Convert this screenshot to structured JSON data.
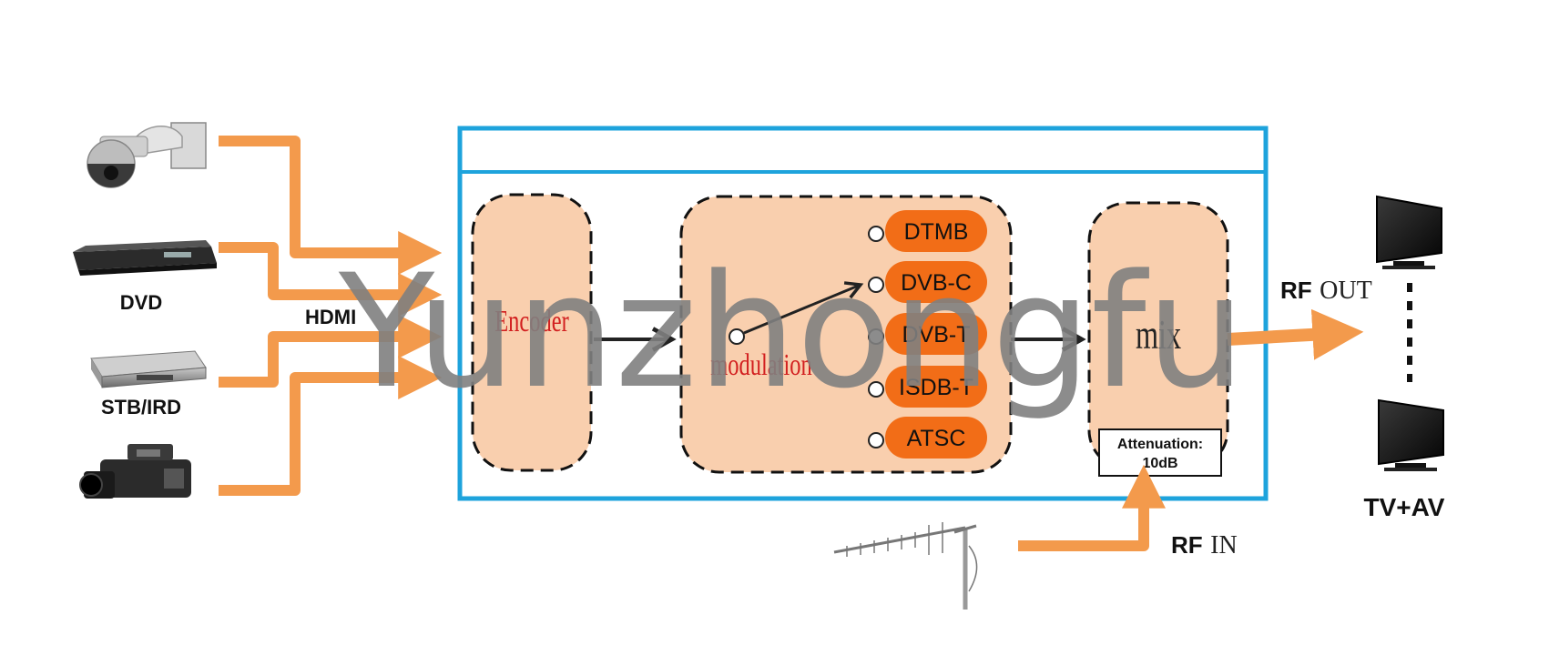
{
  "colors": {
    "arrow": "#f39a4c",
    "block_fill": "#f9cfae",
    "std_pill": "#f26d17",
    "frame": "#1ea3dc",
    "watermark": "#7f7f7f"
  },
  "inputs": {
    "dvd_label": "DVD",
    "stb_label": "STB/IRD",
    "hdmi_label": "HDMI"
  },
  "blocks": {
    "encoder": "Encoder",
    "modulation": "modulation",
    "mix": "mix"
  },
  "standards": [
    "DTMB",
    "DVB-C",
    "DVB-T",
    "ISDB-T",
    "ATSC"
  ],
  "attenuation": {
    "line1": "Attenuation:",
    "line2": "10dB"
  },
  "rf_out": {
    "prefix": "RF",
    "suffix": "OUT"
  },
  "rf_in": {
    "prefix": "RF",
    "suffix": "IN"
  },
  "output_label": "TV+AV",
  "watermark": "Yunzhongfu"
}
